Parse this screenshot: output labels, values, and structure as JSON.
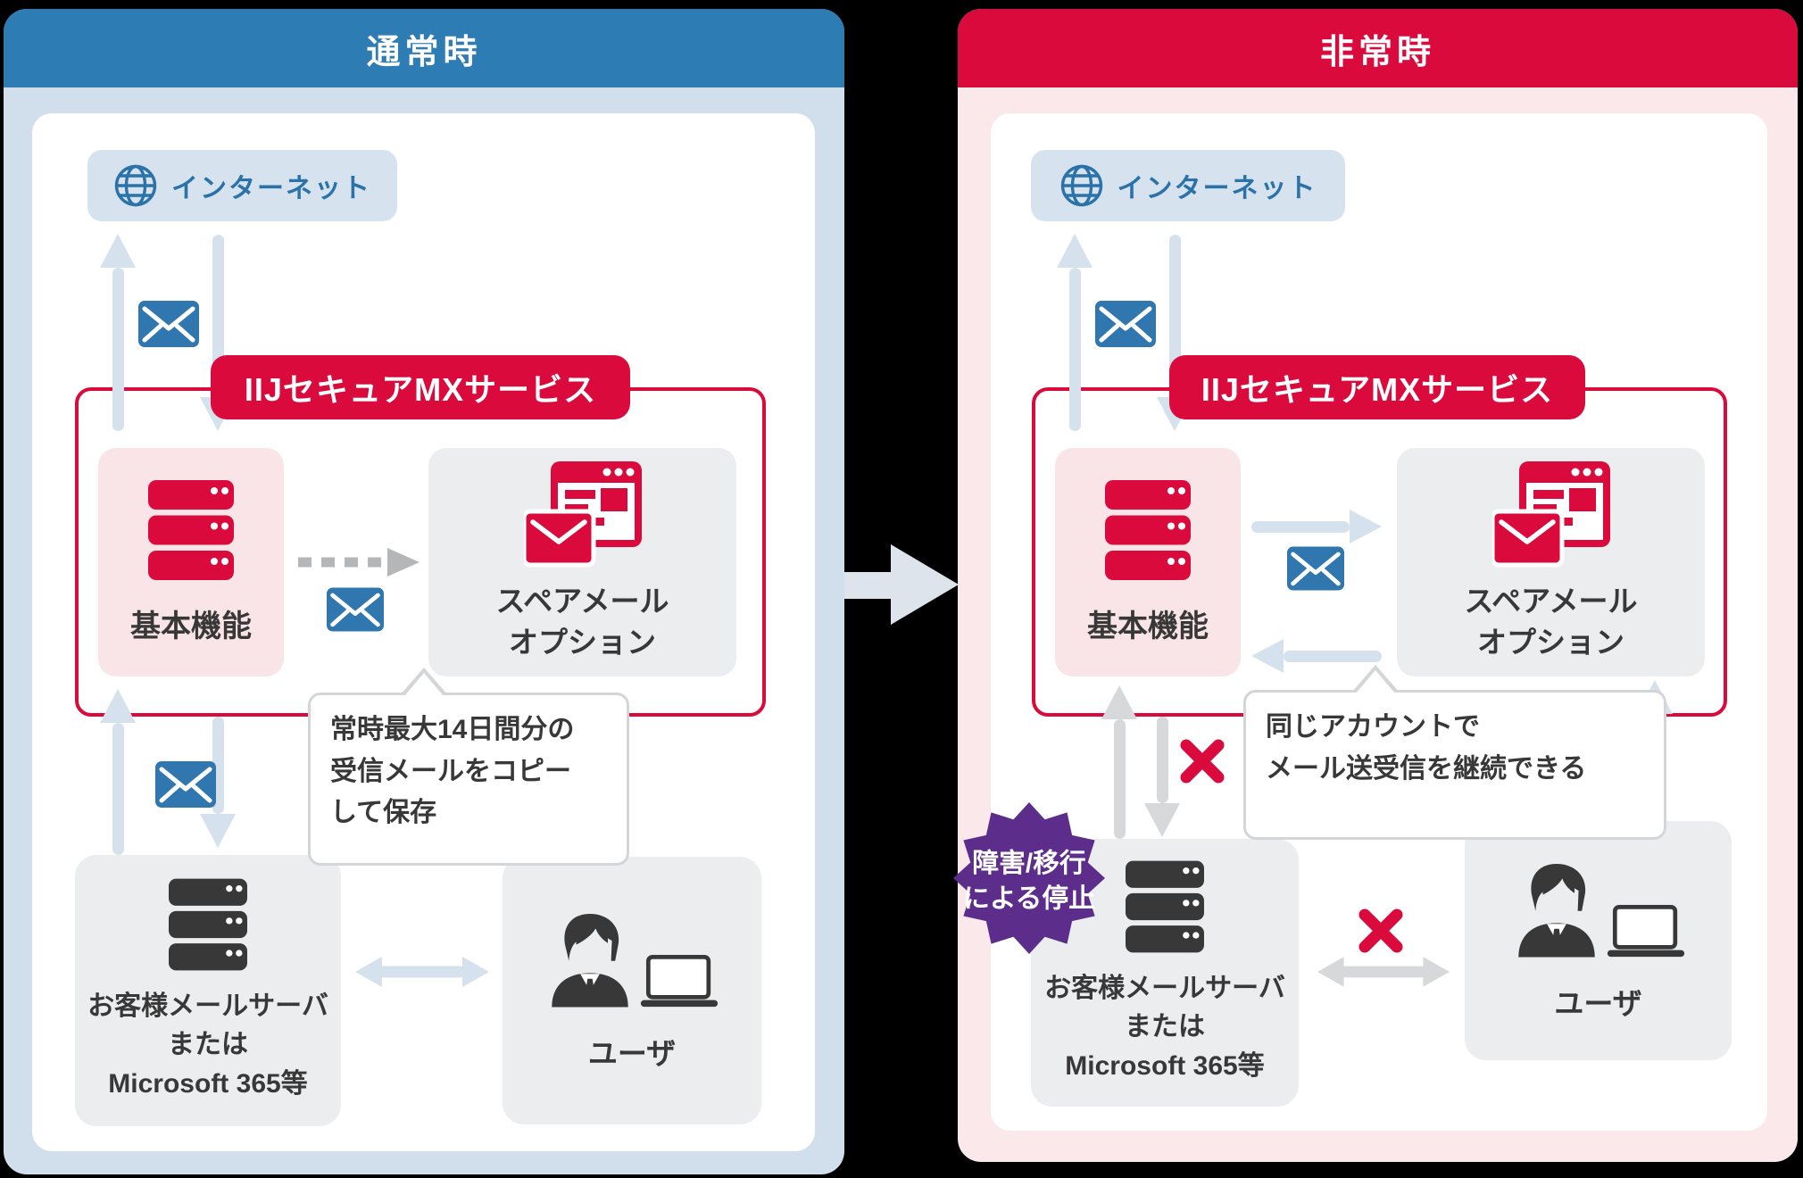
{
  "colors": {
    "normal_header_blue": "#2e7cb4",
    "emergency_header_red": "#da0b3c",
    "panel_blue_bg": "#d0dfeb",
    "panel_pink_bg": "#fae8ea",
    "accent_red": "#da0b3c",
    "icon_blue": "#2b72a9",
    "mail_blue": "#2f77ae",
    "light_blue_arrow": "#d5e2ee",
    "disabled_gray_arrow": "#d6d8da",
    "dashed_gray": "#b4b6b8",
    "failure_purple": "#5c2d8a",
    "dark_text": "#383838"
  },
  "left_panel": {
    "title": "通常時",
    "internet_label": "インターネット",
    "service_label": "IIJセキュアMXサービス",
    "basic_label": "基本機能",
    "spare_lines": [
      "スペアメール",
      "オプション"
    ],
    "note_lines": [
      "常時最大14日間分の",
      "受信メールをコピー",
      "して保存"
    ],
    "customer_lines": [
      "お客様メールサーバ",
      "または",
      "Microsoft 365等"
    ],
    "user_label": "ユーザ"
  },
  "right_panel": {
    "title": "非常時",
    "internet_label": "インターネット",
    "service_label": "IIJセキュアMXサービス",
    "basic_label": "基本機能",
    "spare_lines": [
      "スペアメール",
      "オプション"
    ],
    "note_lines": [
      "同じアカウントで",
      "メール送受信を継続できる"
    ],
    "customer_lines": [
      "お客様メールサーバ",
      "または",
      "Microsoft 365等"
    ],
    "user_label": "ユーザ",
    "failure_badge_lines": [
      "障害/移行",
      "による停止"
    ]
  }
}
